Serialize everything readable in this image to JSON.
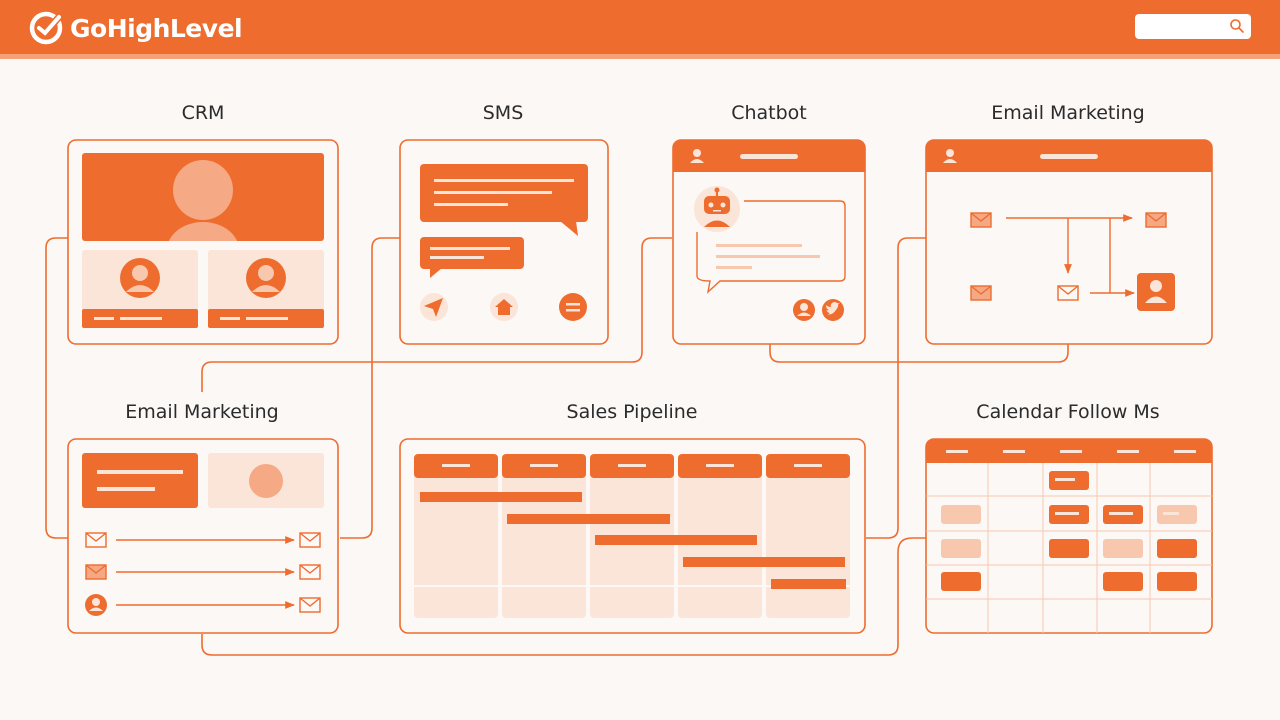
{
  "header": {
    "brand": "GoHighLevel",
    "search_placeholder": ""
  },
  "modules": {
    "crm": "CRM",
    "sms": "SMS",
    "chatbot": "Chatbot",
    "email_marketing_top": "Email Marketing",
    "email_marketing_bottom": "Email Marketing",
    "sales_pipeline": "Sales Pipeline",
    "calendar": "Calendar Follow Ms"
  },
  "icons": {
    "logo": "check-circle-icon",
    "search": "search-icon",
    "user": "user-icon",
    "robot": "robot-icon",
    "envelope": "envelope-icon",
    "send": "send-icon",
    "home": "home-icon",
    "menu": "menu-icon",
    "twitter": "twitter-icon"
  },
  "colors": {
    "accent": "#ee6c2e",
    "accent_light": "#f8c8ae",
    "accent_pale": "#fbe4d8",
    "background": "#fbf8f6"
  }
}
